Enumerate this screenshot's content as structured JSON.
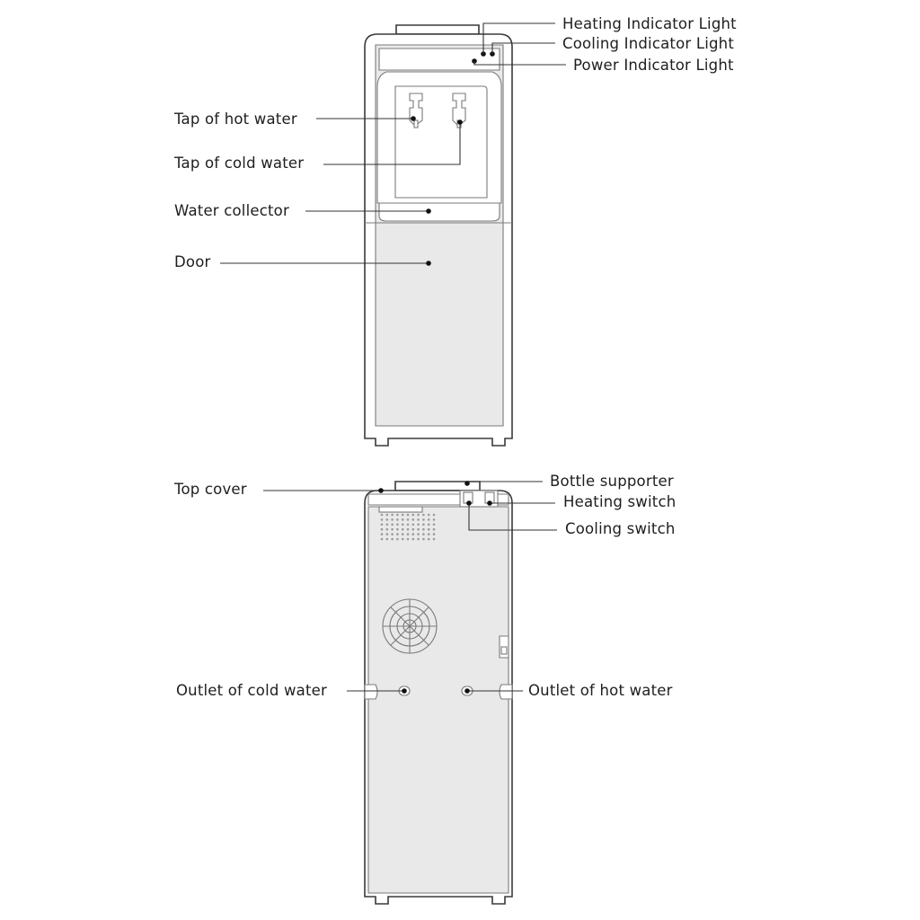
{
  "front_view": {
    "labels": {
      "heating_indicator_light": "Heating Indicator Light",
      "cooling_indicator_light": "Cooling Indicator Light",
      "power_indicator_light": "Power Indicator Light",
      "tap_hot_water": "Tap of hot water",
      "tap_cold_water": "Tap of cold water",
      "water_collector": "Water collector",
      "door": "Door"
    }
  },
  "back_view": {
    "labels": {
      "top_cover": "Top cover",
      "bottle_supporter": "Bottle supporter",
      "heating_switch": "Heating switch",
      "cooling_switch": "Cooling switch",
      "outlet_cold_water": "Outlet of cold water",
      "outlet_hot_water": "Outlet of hot water"
    }
  }
}
